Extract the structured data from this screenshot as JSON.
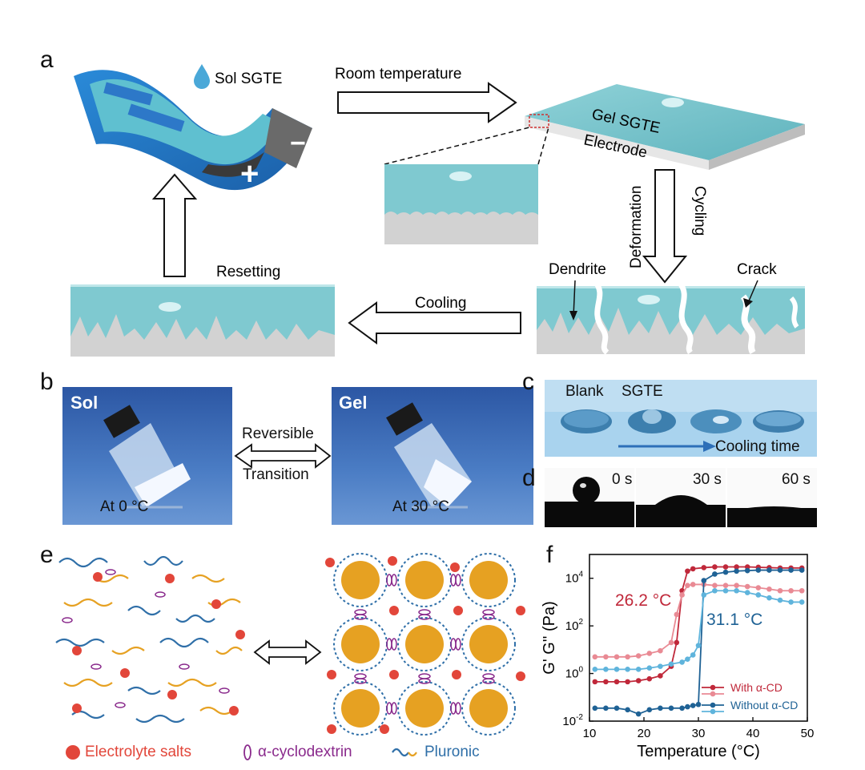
{
  "panels": {
    "a": {
      "label": "a",
      "sol_sgte": "Sol SGTE",
      "room_temperature": "Room temperature",
      "gel_sgte": "Gel SGTE",
      "electrode": "Electrode",
      "deformation": "Deformation",
      "cycling": "Cycling",
      "dendrite": "Dendrite",
      "crack": "Crack",
      "cooling": "Cooling",
      "resetting": "Resetting",
      "plus": "+",
      "minus": "−"
    },
    "b": {
      "label": "b",
      "sol": "Sol",
      "gel": "Gel",
      "reversible": "Reversible",
      "transition": "Transition",
      "at_0": "At 0 °C",
      "at_30": "At 30 °C"
    },
    "c": {
      "label": "c",
      "blank": "Blank",
      "sgte": "SGTE",
      "cooling_time": "Cooling time"
    },
    "d": {
      "label": "d",
      "t0": "0 s",
      "t30": "30 s",
      "t60": "60 s"
    },
    "e": {
      "label": "e",
      "legend_salts": "Electrolyte salts",
      "legend_cd": "α-cyclodextrin",
      "legend_pluronic": "Pluronic"
    },
    "f": {
      "label": "f",
      "annot_red": "26.2 °C",
      "annot_blue": "31.1 °C"
    }
  },
  "colors": {
    "teal": "#7fc9d0",
    "teal_dark": "#5fb3bd",
    "electrode_gray": "#cfcfcf",
    "photo_blue": "#3a67b0",
    "salt_red": "#e2463a",
    "cd_purple": "#8a2a8c",
    "pluronic_blue": "#2f6fa8",
    "pluronic_orange": "#e6a122",
    "red_dark": "#c0283a",
    "red_light": "#e98a94",
    "blue_dark": "#1f6295",
    "blue_light": "#5fb4dc"
  },
  "chart_data": {
    "type": "line",
    "xlabel": "Temperature (°C)",
    "ylabel": "G' G'' (Pa)",
    "xlim": [
      10,
      50
    ],
    "ylim_log10": [
      -2,
      5
    ],
    "log_y": true,
    "x_ticks": [
      10,
      20,
      30,
      40,
      50
    ],
    "y_ticks": [
      {
        "label": "10",
        "sup": "-2",
        "exp": -2
      },
      {
        "label": "10",
        "sup": "0",
        "exp": 0
      },
      {
        "label": "10",
        "sup": "2",
        "exp": 2
      },
      {
        "label": "10",
        "sup": "4",
        "exp": 4
      }
    ],
    "legend_position": "bottom-right",
    "series": [
      {
        "name": "With α-CD",
        "color": "#c0283a",
        "x": [
          11,
          13,
          15,
          17,
          19,
          21,
          23,
          25,
          26,
          27,
          28,
          29,
          31,
          33,
          35,
          37,
          39,
          41,
          43,
          45,
          47,
          49
        ],
        "y": [
          0.45,
          0.45,
          0.45,
          0.45,
          0.5,
          0.6,
          0.8,
          2,
          20,
          3000,
          20000,
          25000,
          28000,
          30000,
          30000,
          30000,
          30000,
          29000,
          28000,
          27000,
          27000,
          27000
        ]
      },
      {
        "name": "",
        "color": "#e98a94",
        "x": [
          11,
          13,
          15,
          17,
          19,
          21,
          23,
          25,
          26,
          27,
          28,
          29,
          31,
          33,
          35,
          37,
          39,
          41,
          43,
          45,
          47,
          49
        ],
        "y": [
          5,
          5,
          5,
          5,
          5.5,
          7,
          9,
          20,
          300,
          2000,
          5000,
          5500,
          5500,
          5000,
          5000,
          5000,
          4500,
          4000,
          3500,
          3000,
          3000,
          3000
        ]
      },
      {
        "name": "Without α-CD",
        "color": "#1f6295",
        "x": [
          11,
          13,
          15,
          17,
          19,
          21,
          23,
          25,
          27,
          28,
          29,
          30,
          31,
          33,
          35,
          37,
          39,
          41,
          43,
          45,
          47,
          49
        ],
        "y": [
          0.035,
          0.035,
          0.035,
          0.03,
          0.02,
          0.03,
          0.035,
          0.035,
          0.035,
          0.04,
          0.045,
          0.05,
          8000,
          15000,
          18000,
          20000,
          21000,
          22000,
          22000,
          22000,
          22000,
          22000
        ]
      },
      {
        "name": "",
        "color": "#5fb4dc",
        "x": [
          11,
          13,
          15,
          17,
          19,
          21,
          23,
          25,
          27,
          28,
          29,
          30,
          31,
          33,
          35,
          37,
          39,
          41,
          43,
          45,
          47,
          49
        ],
        "y": [
          1.5,
          1.5,
          1.5,
          1.5,
          1.5,
          1.7,
          2,
          2.5,
          3,
          4,
          6,
          15,
          2000,
          3000,
          3000,
          3000,
          2500,
          2000,
          1500,
          1200,
          1000,
          1000
        ]
      }
    ]
  }
}
